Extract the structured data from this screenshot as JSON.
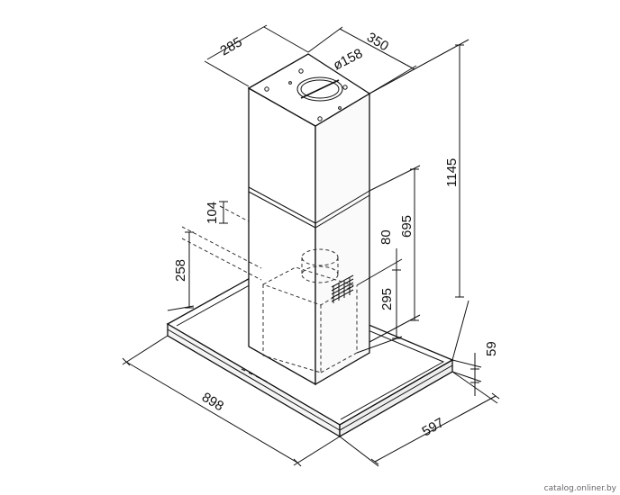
{
  "diagram": {
    "dimensions": [
      {
        "id": "chimney-depth",
        "label": "285"
      },
      {
        "id": "chimney-width",
        "label": "350"
      },
      {
        "id": "outlet-diameter",
        "label": "ø158"
      },
      {
        "id": "total-height",
        "label": "1145"
      },
      {
        "id": "lower-chimney-height",
        "label": "695"
      },
      {
        "id": "upper-offset",
        "label": "104"
      },
      {
        "id": "motor-offset",
        "label": "80"
      },
      {
        "id": "motor-height",
        "label": "258"
      },
      {
        "id": "motor-body-height",
        "label": "295"
      },
      {
        "id": "canopy-thickness",
        "label": "59"
      },
      {
        "id": "hood-width",
        "label": "898"
      },
      {
        "id": "hood-depth",
        "label": "597"
      }
    ],
    "watermark": "catalog.onliner.by",
    "colors": {
      "line": "#111111",
      "hidden": "#333333",
      "background": "#ffffff"
    }
  }
}
